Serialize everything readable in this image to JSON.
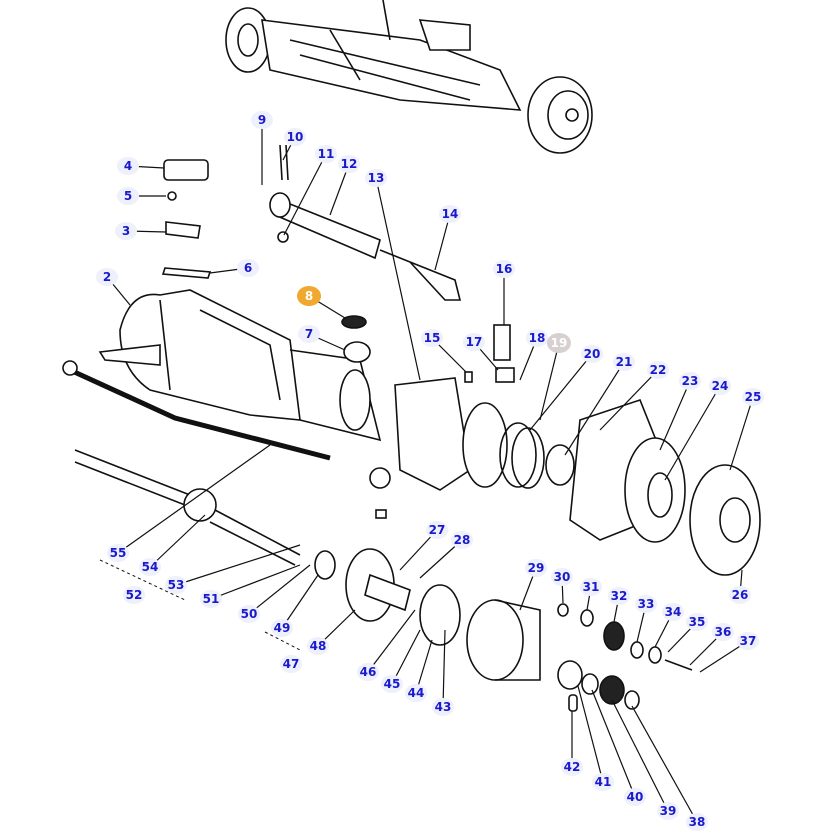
{
  "diagram": {
    "highlight_color": "#f0a830",
    "dim_color": "#d8d0d0",
    "label_color": "#1a1acc",
    "callouts": [
      "2",
      "3",
      "4",
      "5",
      "6",
      "7",
      "8",
      "9",
      "10",
      "11",
      "12",
      "13",
      "14",
      "15",
      "16",
      "17",
      "18",
      "19",
      "20",
      "21",
      "22",
      "23",
      "24",
      "25",
      "26",
      "27",
      "28",
      "29",
      "30",
      "31",
      "32",
      "33",
      "34",
      "35",
      "36",
      "37",
      "38",
      "39",
      "40",
      "41",
      "42",
      "43",
      "44",
      "45",
      "46",
      "47",
      "48",
      "49",
      "50",
      "51",
      "52",
      "53",
      "54",
      "55"
    ],
    "highlighted": "8",
    "dimmed": "19"
  }
}
